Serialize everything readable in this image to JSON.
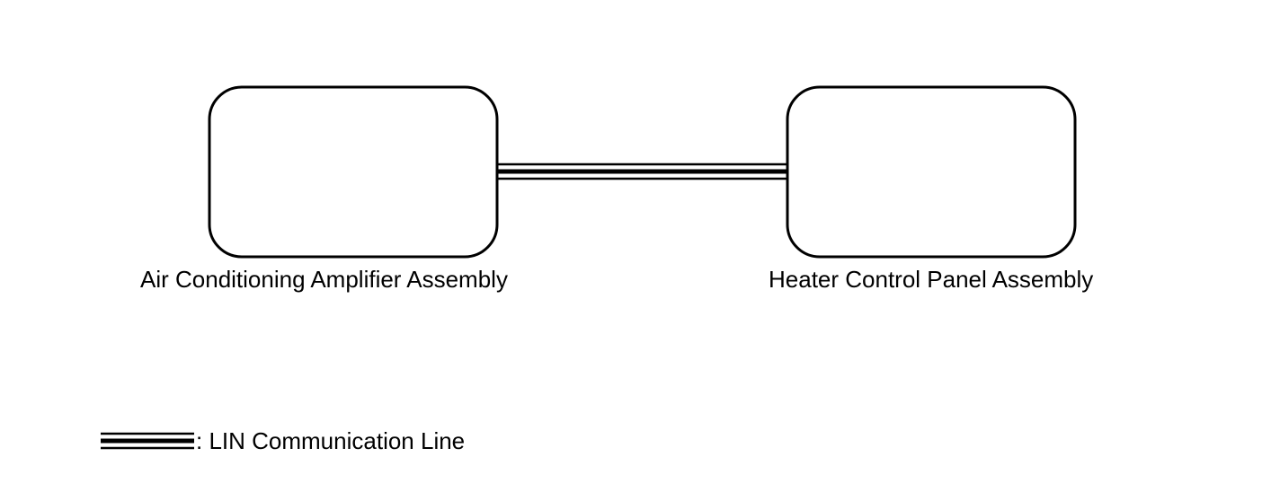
{
  "components": {
    "left": {
      "label": "Air Conditioning Amplifier Assembly"
    },
    "right": {
      "label": "Heater Control Panel Assembly"
    }
  },
  "connection": {
    "type": "LIN",
    "style": "triple-line"
  },
  "legend": {
    "text": ": LIN Communication Line"
  },
  "colors": {
    "stroke": "#000000",
    "background": "#ffffff"
  }
}
